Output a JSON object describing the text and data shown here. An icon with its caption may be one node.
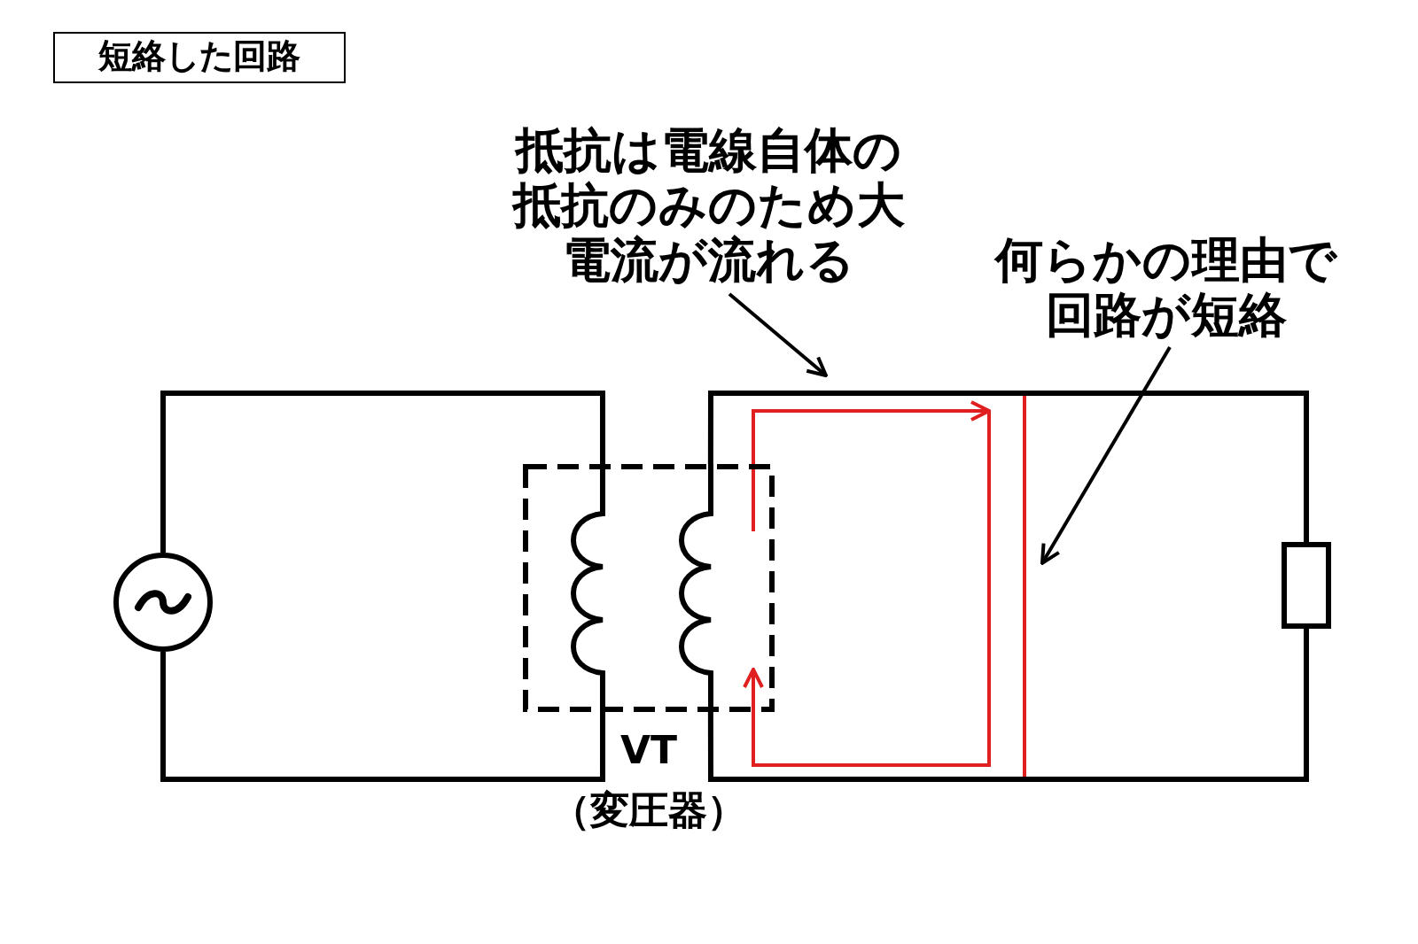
{
  "diagram": {
    "nodes": [
      {
        "text": [
          "短絡した回路"
        ]
      },
      {
        "text": [
          "抵抗は電線自体の抵抗のみのため大電流が流れる"
        ]
      },
      {
        "text": [
          "何らかの理由で回路が短絡"
        ]
      },
      {
        "text": [],
        "shape": "circle"
      },
      {
        "text": [],
        "shape": "box",
        "beside": [
          "VT（変圧器）"
        ]
      },
      {
        "text": [],
        "shape": "box"
      }
    ],
    "edges": [
      {
        "from": 1,
        "to": null,
        "arrow": "to"
      },
      {
        "from": 2,
        "to": null,
        "arrow": "to"
      },
      {
        "from": 3,
        "to": 4,
        "arrow": "none"
      },
      {
        "from": 3,
        "to": 4,
        "arrow": "none"
      },
      {
        "from": 4,
        "to": 5,
        "arrow": "none"
      },
      {
        "from": 4,
        "to": 5,
        "arrow": "none"
      }
    ]
  }
}
